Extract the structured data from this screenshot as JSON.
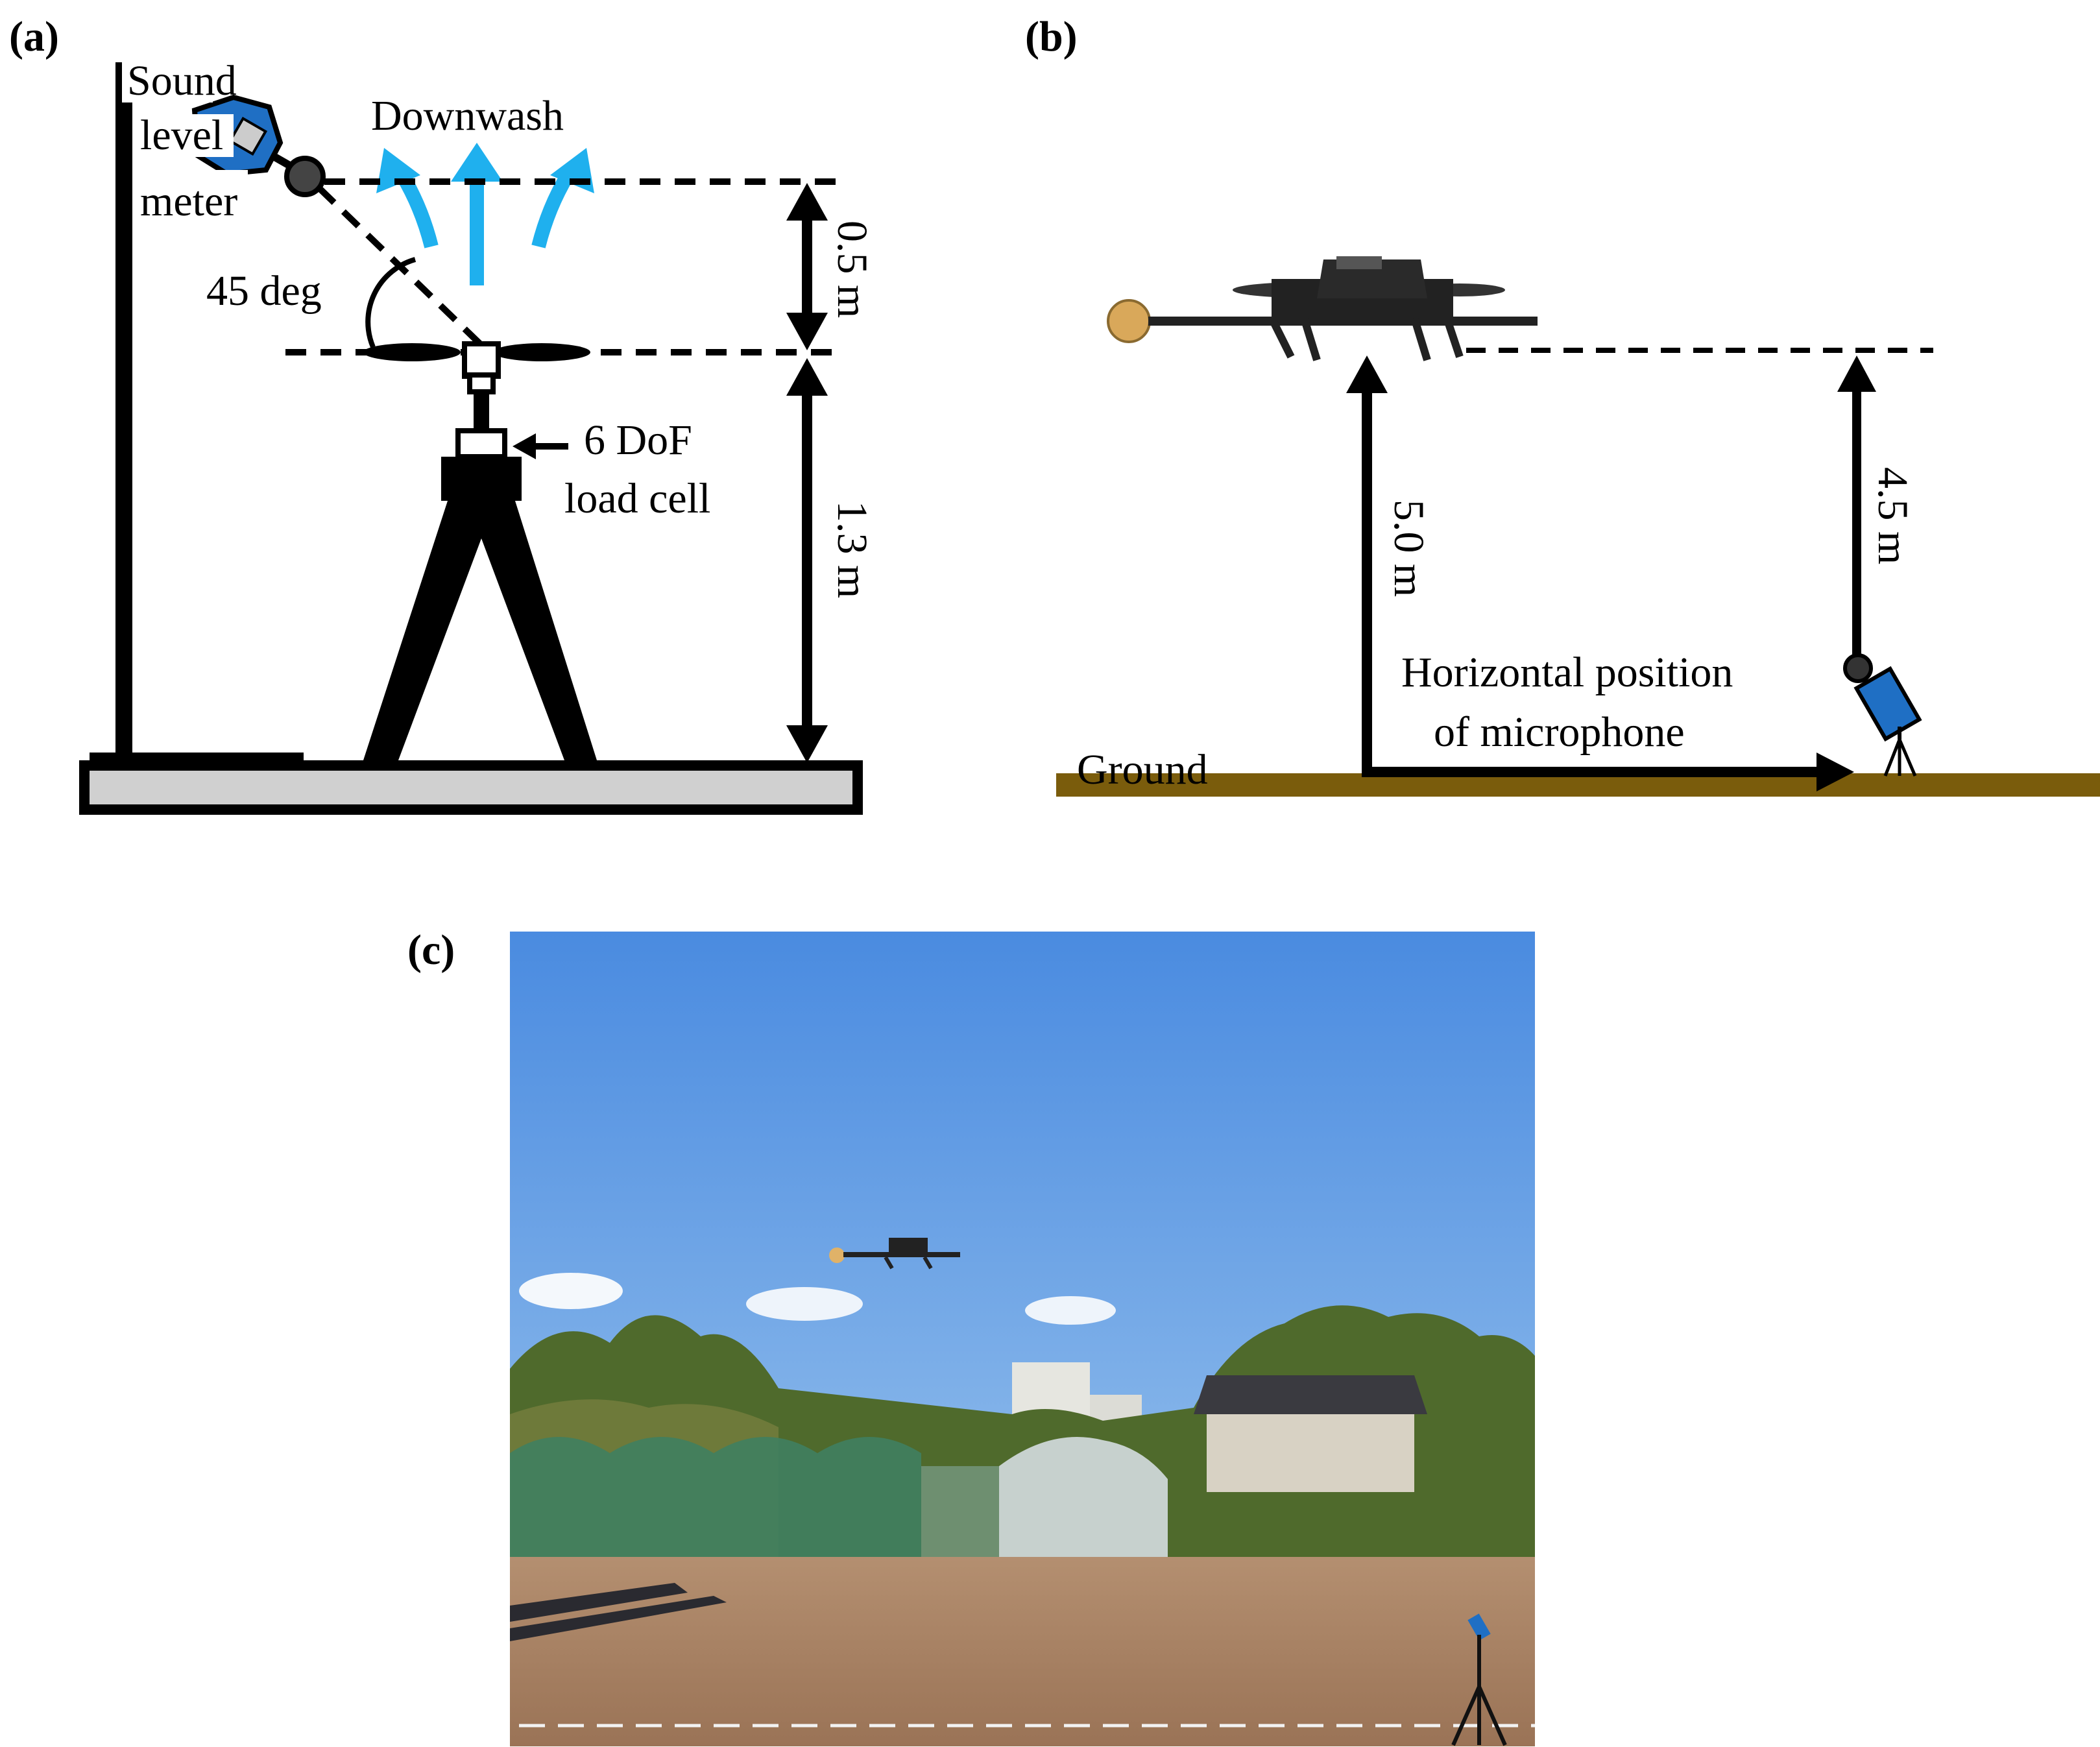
{
  "panel_a": {
    "label": "(a)",
    "sound_level_meter": [
      "Sound",
      "level",
      "meter"
    ],
    "downwash": "Downwash",
    "angle": "45 deg",
    "dist_top": "0.5 m",
    "dist_bottom": "1.3 m",
    "load_cell": [
      "6 DoF",
      "load cell"
    ]
  },
  "panel_b": {
    "label": "(b)",
    "height_drone": "5.0 m",
    "height_mic": "4.5 m",
    "horizontal": [
      "Horizontal position",
      "of microphone"
    ],
    "ground": "Ground"
  },
  "panel_c": {
    "label": "(c)"
  },
  "colors": {
    "downwash_arrows": "#1fb0ee",
    "meter_blue": "#1f6fc4",
    "ground": "#7a5c0c",
    "sky_top": "#4d8fe0",
    "sky_bottom": "#9cc6ef",
    "soil": "#a88163"
  }
}
